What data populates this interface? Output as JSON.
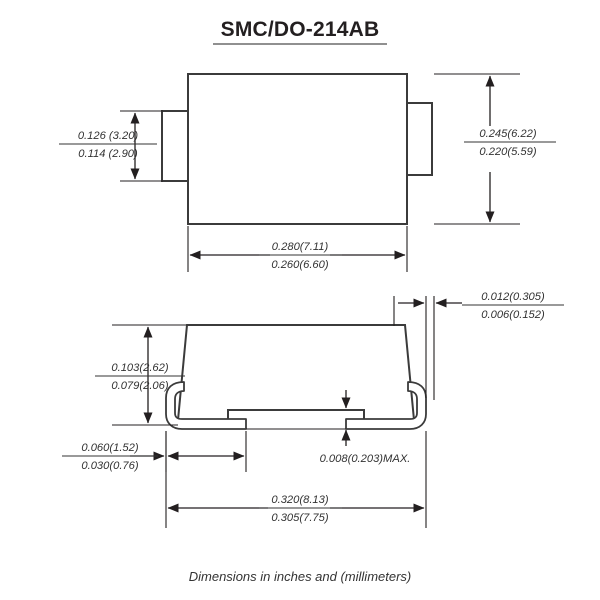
{
  "title": "SMC/DO-214AB",
  "footer": "Dimensions in inches and (millimeters)",
  "top_view": {
    "width_dim": {
      "upper": "0.280(7.11)",
      "lower": "0.260(6.60)"
    },
    "tab_height_dim": {
      "upper": "0.126 (3.20)",
      "lower": "0.114 (2.90)"
    },
    "body_height_dim": {
      "upper": "0.245(6.22)",
      "lower": "0.220(5.59)"
    }
  },
  "side_view": {
    "body_height_dim": {
      "upper": "0.103(2.62)",
      "lower": "0.079(2.06)"
    },
    "lead_thickness_dim": {
      "upper": "0.012(0.305)",
      "lower": "0.006(0.152)"
    },
    "foot_length_dim": {
      "upper": "0.060(1.52)",
      "lower": "0.030(0.76)"
    },
    "standoff_dim": "0.008(0.203)MAX.",
    "overall_length_dim": {
      "upper": "0.320(8.13)",
      "lower": "0.305(7.75)"
    }
  },
  "colors": {
    "ink": "#231f20",
    "outline": "#3b3b3b",
    "text": "#333333",
    "rule": "#6b6b6b",
    "background": "#ffffff"
  }
}
